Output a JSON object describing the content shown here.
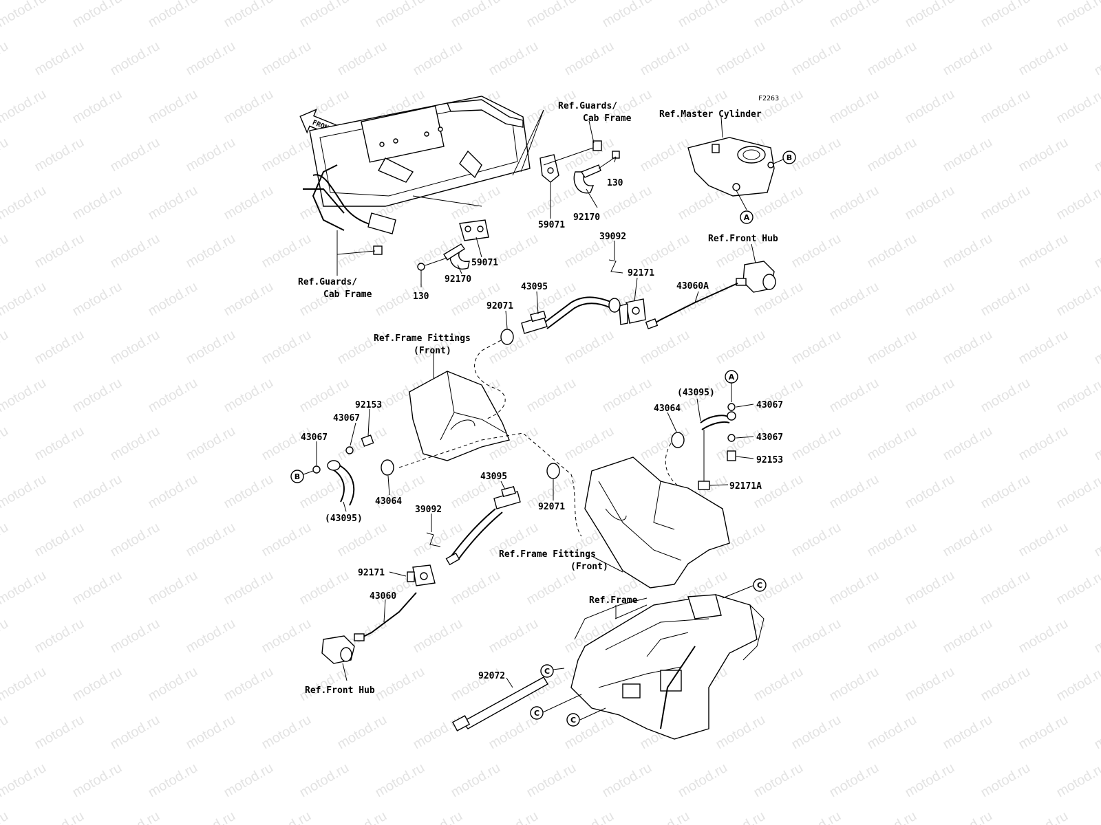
{
  "diagram_code": "F2263",
  "watermark_text": "motod.ru",
  "front_label": "FRONT",
  "refs": {
    "guards_cab_frame_top_1": "Ref.Guards/",
    "guards_cab_frame_top_2": "Cab Frame",
    "master_cylinder": "Ref.Master Cylinder",
    "front_hub_right": "Ref.Front Hub",
    "guards_cab_frame_left_1": "Ref.Guards/",
    "guards_cab_frame_left_2": "Cab Frame",
    "frame_fittings_top_1": "Ref.Frame Fittings",
    "frame_fittings_top_2": "(Front)",
    "frame_fittings_mid_1": "Ref.Frame Fittings",
    "frame_fittings_mid_2": "(Front)",
    "frame": "Ref.Frame",
    "front_hub_left": "Ref.Front Hub"
  },
  "parts": {
    "p130_top": "130",
    "p59071_top": "59071",
    "p92170_top": "92170",
    "p59071_mid": "59071",
    "p130_left": "130",
    "p92170_left": "92170",
    "p39092_top": "39092",
    "p92171_top": "92171",
    "p43060A": "43060A",
    "p43095_top": "43095",
    "p92071_top": "92071",
    "p92153_left": "92153",
    "p43067_left_a": "43067",
    "p43067_left_b": "43067",
    "p43064_left": "43064",
    "p43095_left_paren": "(43095)",
    "p43095_right_paren": "(43095)",
    "p43064_right": "43064",
    "p43067_right_a": "43067",
    "p43067_right_b": "43067",
    "p92153_right": "92153",
    "p92171A": "92171A",
    "p43095_mid": "43095",
    "p92071_mid": "92071",
    "p39092_mid": "39092",
    "p92171_mid": "92171",
    "p43060": "43060",
    "p92072": "92072"
  },
  "markers": {
    "A_top": "A",
    "B_top": "B",
    "A_right": "A",
    "B_left": "B",
    "C_1": "C",
    "C_2": "C",
    "C_3": "C",
    "C_4": "C"
  }
}
